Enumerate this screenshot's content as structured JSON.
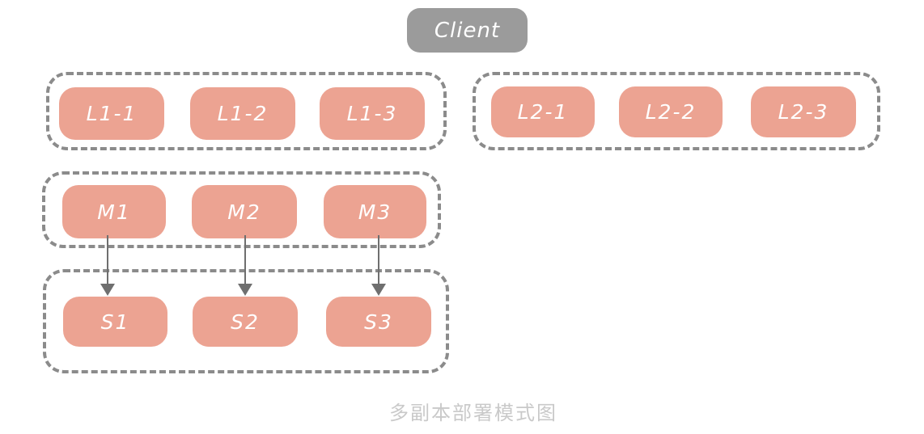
{
  "diagram": {
    "caption": "多副本部署模式图",
    "client": {
      "label": "Client"
    },
    "groups": [
      {
        "name": "l1-replica-group",
        "nodes": [
          {
            "label": "L1-1"
          },
          {
            "label": "L1-2"
          },
          {
            "label": "L1-3"
          }
        ]
      },
      {
        "name": "l2-replica-group",
        "nodes": [
          {
            "label": "L2-1"
          },
          {
            "label": "L2-2"
          },
          {
            "label": "L2-3"
          }
        ]
      },
      {
        "name": "master-group",
        "nodes": [
          {
            "label": "M1"
          },
          {
            "label": "M2"
          },
          {
            "label": "M3"
          }
        ]
      },
      {
        "name": "slave-group",
        "nodes": [
          {
            "label": "S1"
          },
          {
            "label": "S2"
          },
          {
            "label": "S3"
          }
        ]
      }
    ],
    "arrows": [
      {
        "from": "M1",
        "to": "S1"
      },
      {
        "from": "M2",
        "to": "S2"
      },
      {
        "from": "M3",
        "to": "S3"
      }
    ],
    "colors": {
      "node_fill": "#eca392",
      "client_fill": "#9b9b9b",
      "group_border": "#8b8b8b",
      "arrow": "#6f6f6f",
      "caption_text": "#c9c9c9",
      "node_text": "#ffffff"
    }
  }
}
